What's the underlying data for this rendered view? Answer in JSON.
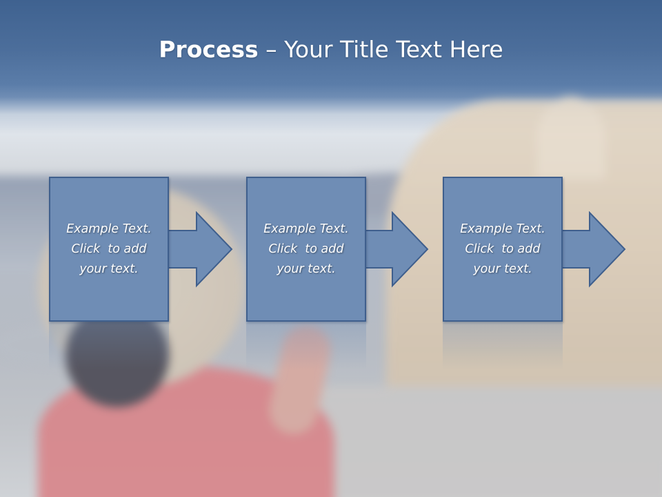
{
  "title": {
    "bold": "Process",
    "rest": " – Your Title Text Here"
  },
  "steps": [
    {
      "line1": "Example Text.",
      "line2": "Click  to add",
      "line3": "your text."
    },
    {
      "line1": "Example Text.",
      "line2": "Click  to add",
      "line3": "your text."
    },
    {
      "line1": "Example Text.",
      "line2": "Click  to add",
      "line3": "your text."
    }
  ],
  "colors": {
    "box_fill": "#6f8db5",
    "box_border": "#3f5f8d",
    "header_blue": "#4c6e9b",
    "text": "#ffffff"
  },
  "icons": [
    "arrow-right-icon",
    "arrow-right-icon",
    "arrow-right-icon"
  ]
}
